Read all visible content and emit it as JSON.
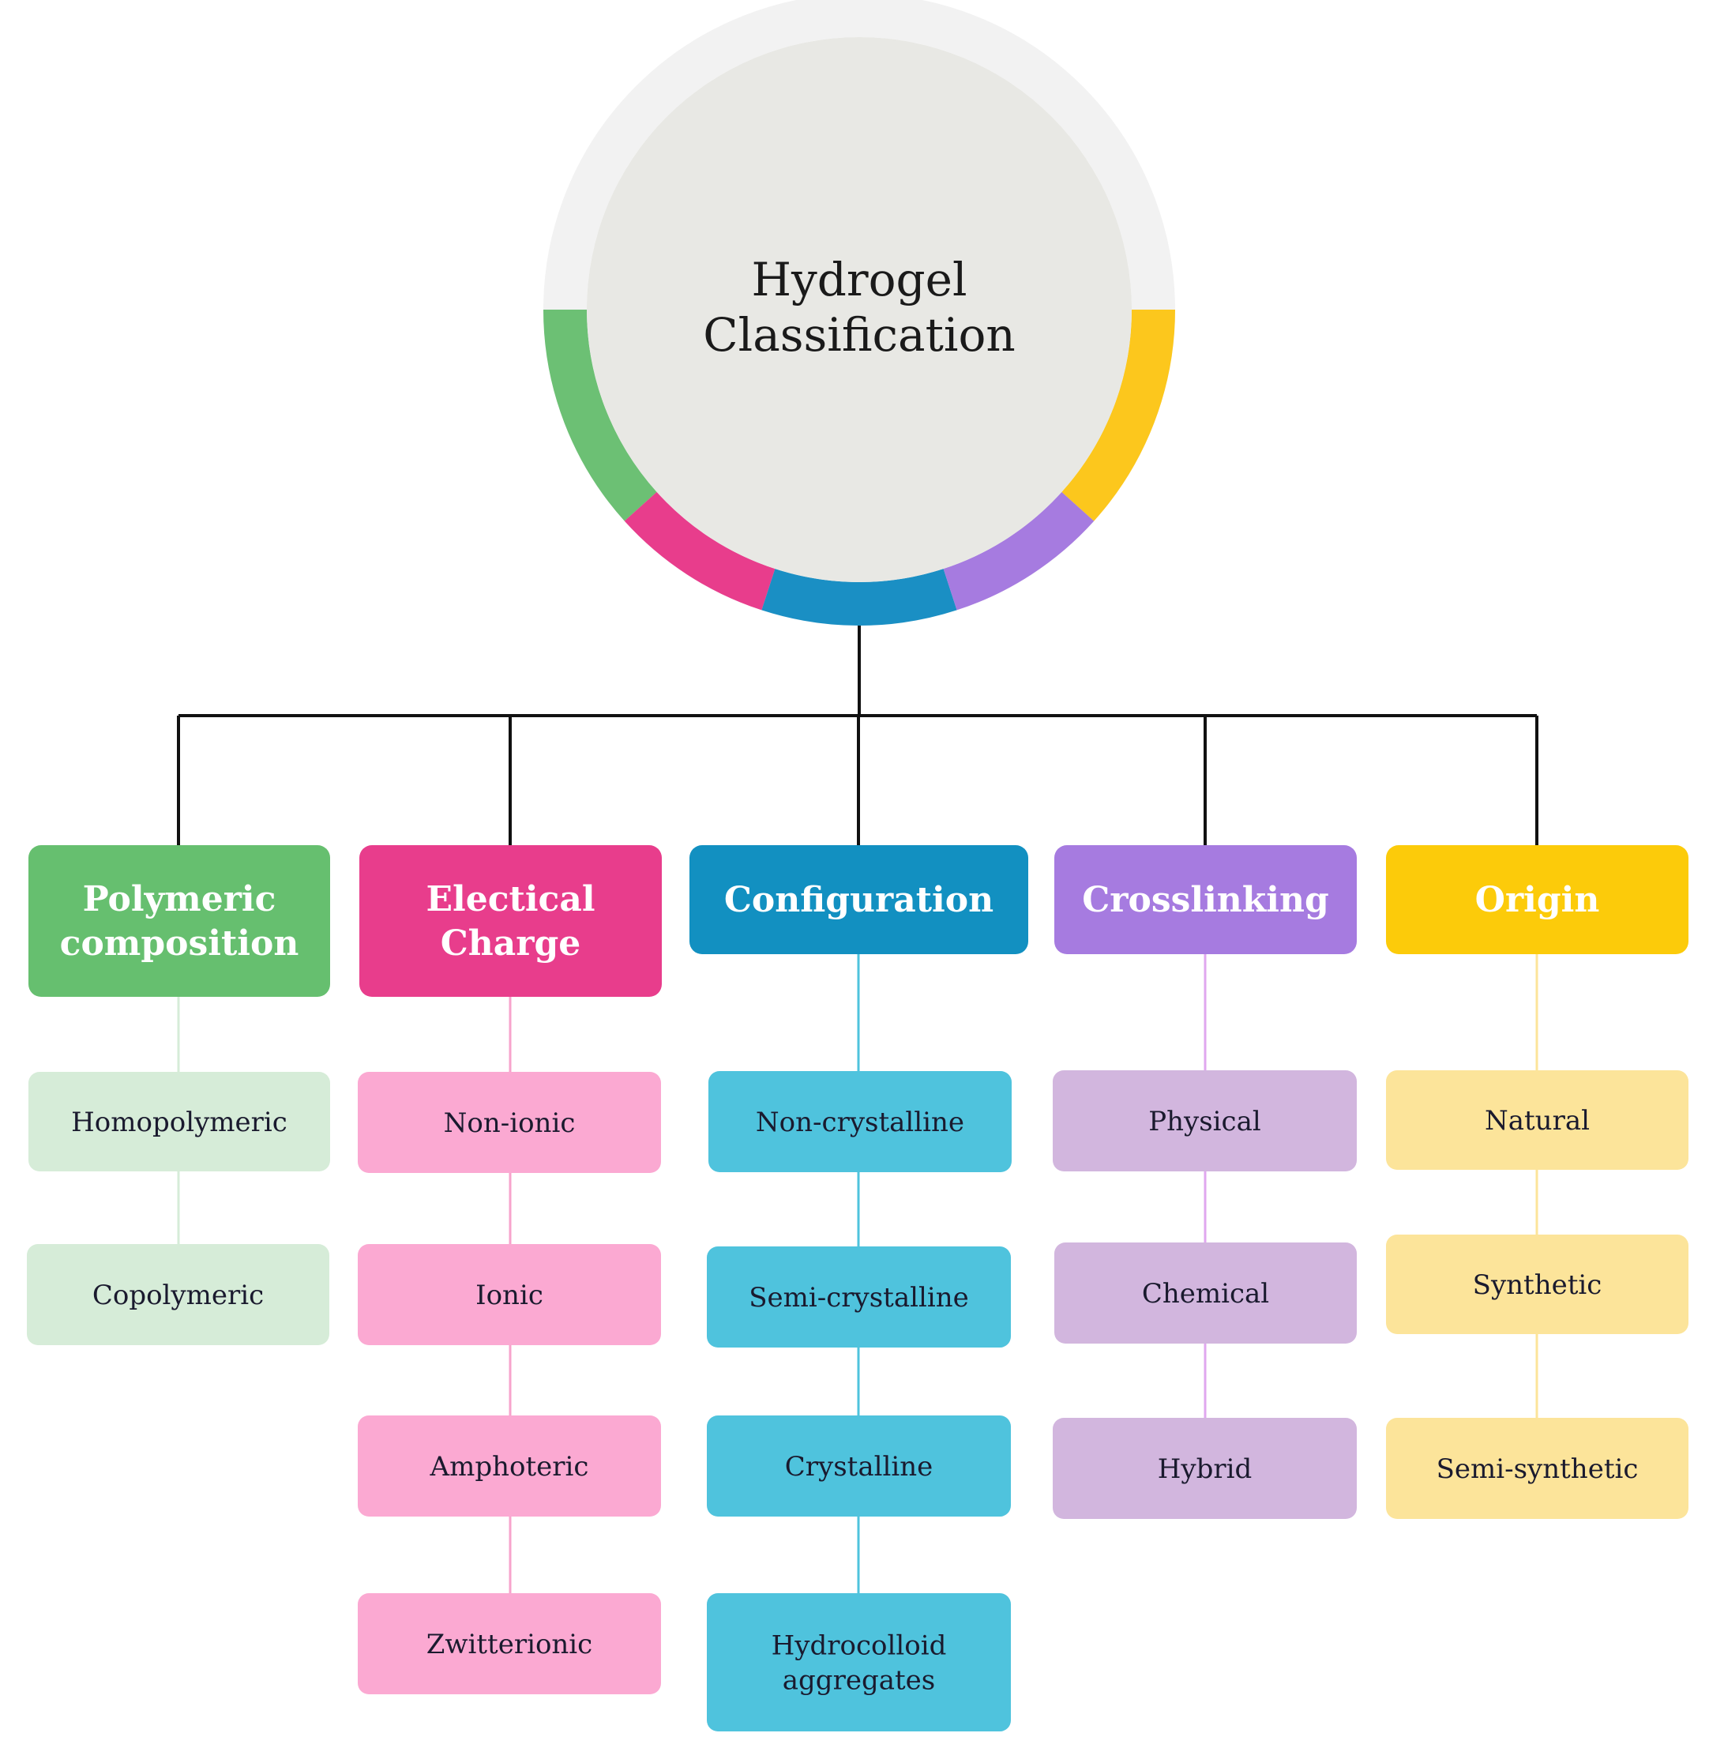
{
  "hub": {
    "title_lines": [
      "Hydrogel",
      "Classification"
    ],
    "fill": "#e8e8e4",
    "ring_color": "#f2f2f2"
  },
  "ring_segments": [
    {
      "key": "polymeric",
      "color": "#6cc074"
    },
    {
      "key": "charge",
      "color": "#e83d8c"
    },
    {
      "key": "configuration",
      "color": "#1a8fc4"
    },
    {
      "key": "crosslinking",
      "color": "#a67be0"
    },
    {
      "key": "origin",
      "color": "#fcc71d"
    }
  ],
  "categories": [
    {
      "key": "polymeric",
      "label_lines": [
        "Polymeric",
        "composition"
      ],
      "color": "#66bf6f",
      "item_color": "#d6ecd8",
      "connector_color": "#d6ecd8",
      "items": [
        {
          "lines": [
            "Homopolymeric"
          ]
        },
        {
          "lines": [
            "Copolymeric"
          ]
        }
      ]
    },
    {
      "key": "charge",
      "label_lines": [
        "Electical",
        "Charge"
      ],
      "color": "#e83d8c",
      "item_color": "#fba9d2",
      "connector_color": "#f7a3cc",
      "items": [
        {
          "lines": [
            "Non-ionic"
          ]
        },
        {
          "lines": [
            "Ionic"
          ]
        },
        {
          "lines": [
            "Amphoteric"
          ]
        },
        {
          "lines": [
            "Zwitterionic"
          ]
        }
      ]
    },
    {
      "key": "configuration",
      "label_lines": [
        "Configuration"
      ],
      "color": "#1290c1",
      "item_color": "#4fc3dd",
      "connector_color": "#4fc3dd",
      "items": [
        {
          "lines": [
            "Non-crystalline"
          ]
        },
        {
          "lines": [
            "Semi-crystalline"
          ]
        },
        {
          "lines": [
            "Crystalline"
          ]
        },
        {
          "lines": [
            "Hydrocolloid",
            "aggregates"
          ]
        }
      ]
    },
    {
      "key": "crosslinking",
      "label_lines": [
        "Crosslinking"
      ],
      "color": "#a67be0",
      "item_color": "#d2b6de",
      "connector_color": "#e0a7ef",
      "items": [
        {
          "lines": [
            "Physical"
          ]
        },
        {
          "lines": [
            "Chemical"
          ]
        },
        {
          "lines": [
            "Hybrid"
          ]
        }
      ]
    },
    {
      "key": "origin",
      "label_lines": [
        "Origin"
      ],
      "color": "#fccb0a",
      "item_color": "#fce49a",
      "connector_color": "#fce49a",
      "items": [
        {
          "lines": [
            "Natural"
          ]
        },
        {
          "lines": [
            "Synthetic"
          ]
        },
        {
          "lines": [
            "Semi-synthetic"
          ]
        }
      ]
    }
  ],
  "connector_color": "#111111"
}
